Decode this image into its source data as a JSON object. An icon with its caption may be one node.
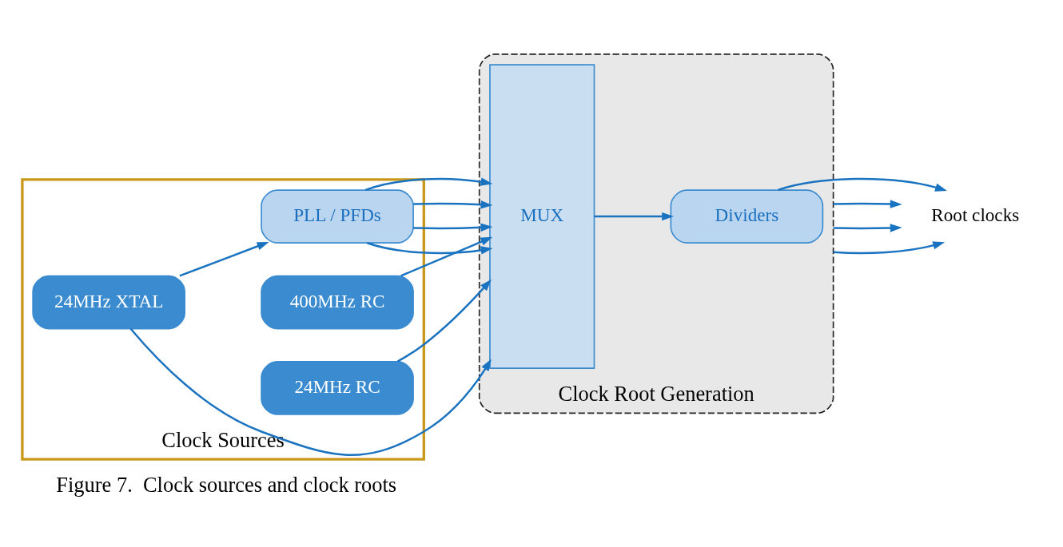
{
  "diagram": {
    "caption": "Figure 7.  Clock sources and clock roots",
    "nodes": [
      {
        "text": [
          "Clock Sources"
        ]
      },
      {
        "text": [
          "24MHz XTAL"
        ],
        "in": 0
      },
      {
        "text": [
          "PLL / PFDs"
        ],
        "in": 0
      },
      {
        "text": [
          "400MHz RC"
        ],
        "in": 0
      },
      {
        "text": [
          "24MHz RC"
        ],
        "in": 0
      },
      {
        "text": [
          "Clock Root Generation"
        ]
      },
      {
        "text": [
          "MUX"
        ],
        "in": 5
      },
      {
        "text": [
          "Dividers"
        ],
        "in": 5
      },
      {
        "text": [
          "Root clocks"
        ]
      }
    ],
    "edges": [
      {
        "from": 1,
        "to": 6,
        "arrow": "to"
      },
      {
        "from": 1,
        "to": 2,
        "arrow": "to"
      },
      {
        "from": 2,
        "to": 6,
        "arrow": "to"
      },
      {
        "from": 2,
        "to": 6,
        "arrow": "to"
      },
      {
        "from": 2,
        "to": 6,
        "arrow": "to"
      },
      {
        "from": 2,
        "to": 6,
        "arrow": "to"
      },
      {
        "from": 3,
        "to": 6,
        "arrow": "to"
      },
      {
        "from": 4,
        "to": 6,
        "arrow": "to"
      },
      {
        "from": 6,
        "to": 7,
        "arrow": "to"
      },
      {
        "from": 5,
        "to": 8,
        "arrow": "to"
      },
      {
        "from": 5,
        "to": 8,
        "arrow": "to"
      },
      {
        "from": 5,
        "to": 8,
        "arrow": "to"
      },
      {
        "from": 7,
        "to": 8,
        "arrow": "to"
      }
    ]
  }
}
